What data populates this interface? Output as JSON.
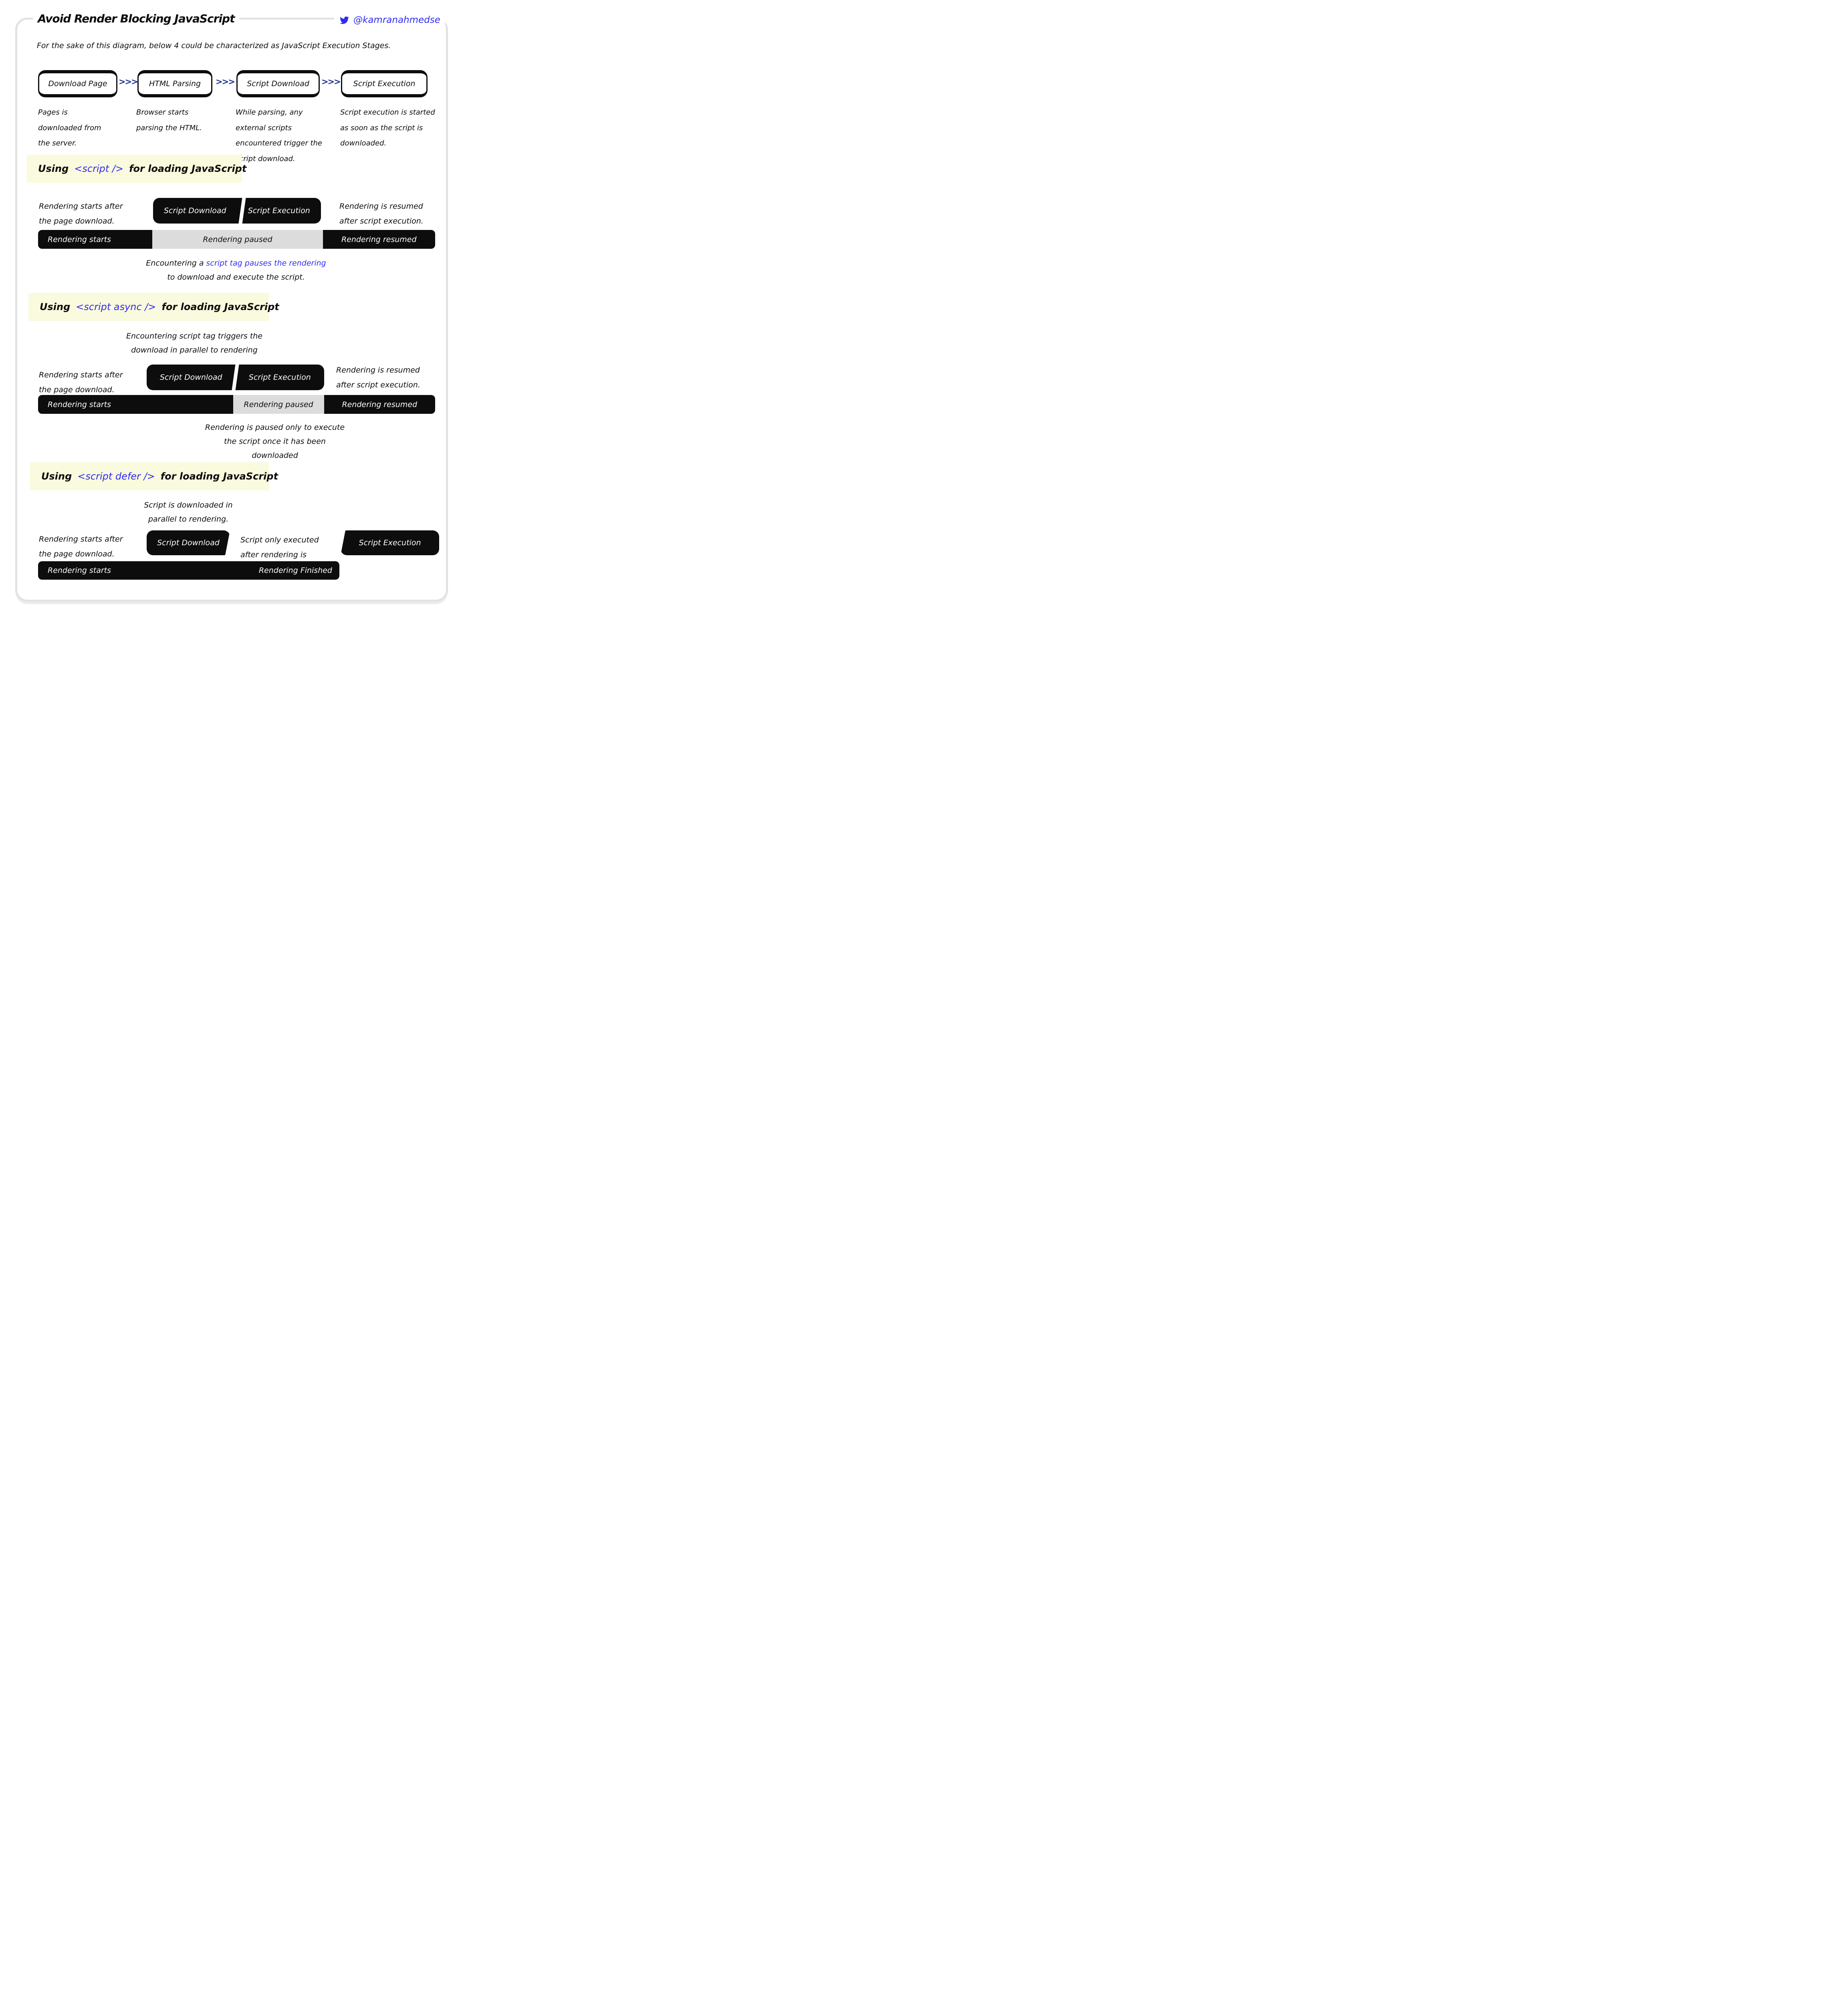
{
  "header": {
    "title": "Avoid Render Blocking JavaScript",
    "handle": "@kamranahmedse",
    "subtitle": "For the sake of this diagram, below 4 could be characterized as JavaScript Execution Stages."
  },
  "arrow_glyph": ">>>",
  "stages": [
    {
      "label": "Download Page",
      "description": "Pages is downloaded from the server."
    },
    {
      "label": "HTML Parsing",
      "description": "Browser starts parsing the HTML."
    },
    {
      "label": "Script Download",
      "description": "While parsing, any external scripts encountered trigger the script download."
    },
    {
      "label": "Script Execution",
      "description": "Script execution is started as soon as the script is downloaded."
    }
  ],
  "sections": [
    {
      "heading": {
        "prefix": "Using",
        "code": "<script />",
        "suffix": "for loading JavaScript"
      },
      "left_note": "Rendering starts after the page download.",
      "right_note": "Rendering is resumed after script execution.",
      "pills": [
        "Script Download",
        "Script Execution"
      ],
      "timeline": {
        "start": "Rendering starts",
        "middle": "Rendering paused",
        "end": "Rendering resumed"
      },
      "caption": {
        "pre": "Encountering a ",
        "highlight": "script tag pauses the rendering",
        "post": " to download and execute the script."
      }
    },
    {
      "heading": {
        "prefix": "Using",
        "code": "<script async />",
        "suffix": "for loading JavaScript"
      },
      "caption_top": "Encountering script tag triggers the download in parallel to rendering",
      "left_note": "Rendering starts after the page download.",
      "right_note": "Rendering is resumed after script execution.",
      "pills": [
        "Script Download",
        "Script Execution"
      ],
      "timeline": {
        "start": "Rendering starts",
        "middle": "Rendering paused",
        "end": "Rendering resumed"
      },
      "caption_bottom": "Rendering is paused only to execute the script once it has been downloaded"
    },
    {
      "heading": {
        "prefix": "Using",
        "code": "<script defer />",
        "suffix": "for loading JavaScript"
      },
      "caption_top": "Script is downloaded in parallel to rendering.",
      "left_note": "Rendering starts after the page download.",
      "mid_note": "Script only executed after rendering is finished.",
      "pills": [
        "Script Download",
        "Script Execution"
      ],
      "timeline": {
        "start": "Rendering starts",
        "end": "Rendering Finished"
      }
    }
  ],
  "colors": {
    "accent_blue": "#2f2bf2",
    "arrow_navy": "#1d2f8e",
    "band_yellow": "#fafade",
    "paused_gray": "#dcdcdc",
    "ink_black": "#0d0d0d",
    "card_border_gray": "#e2e2e2"
  }
}
